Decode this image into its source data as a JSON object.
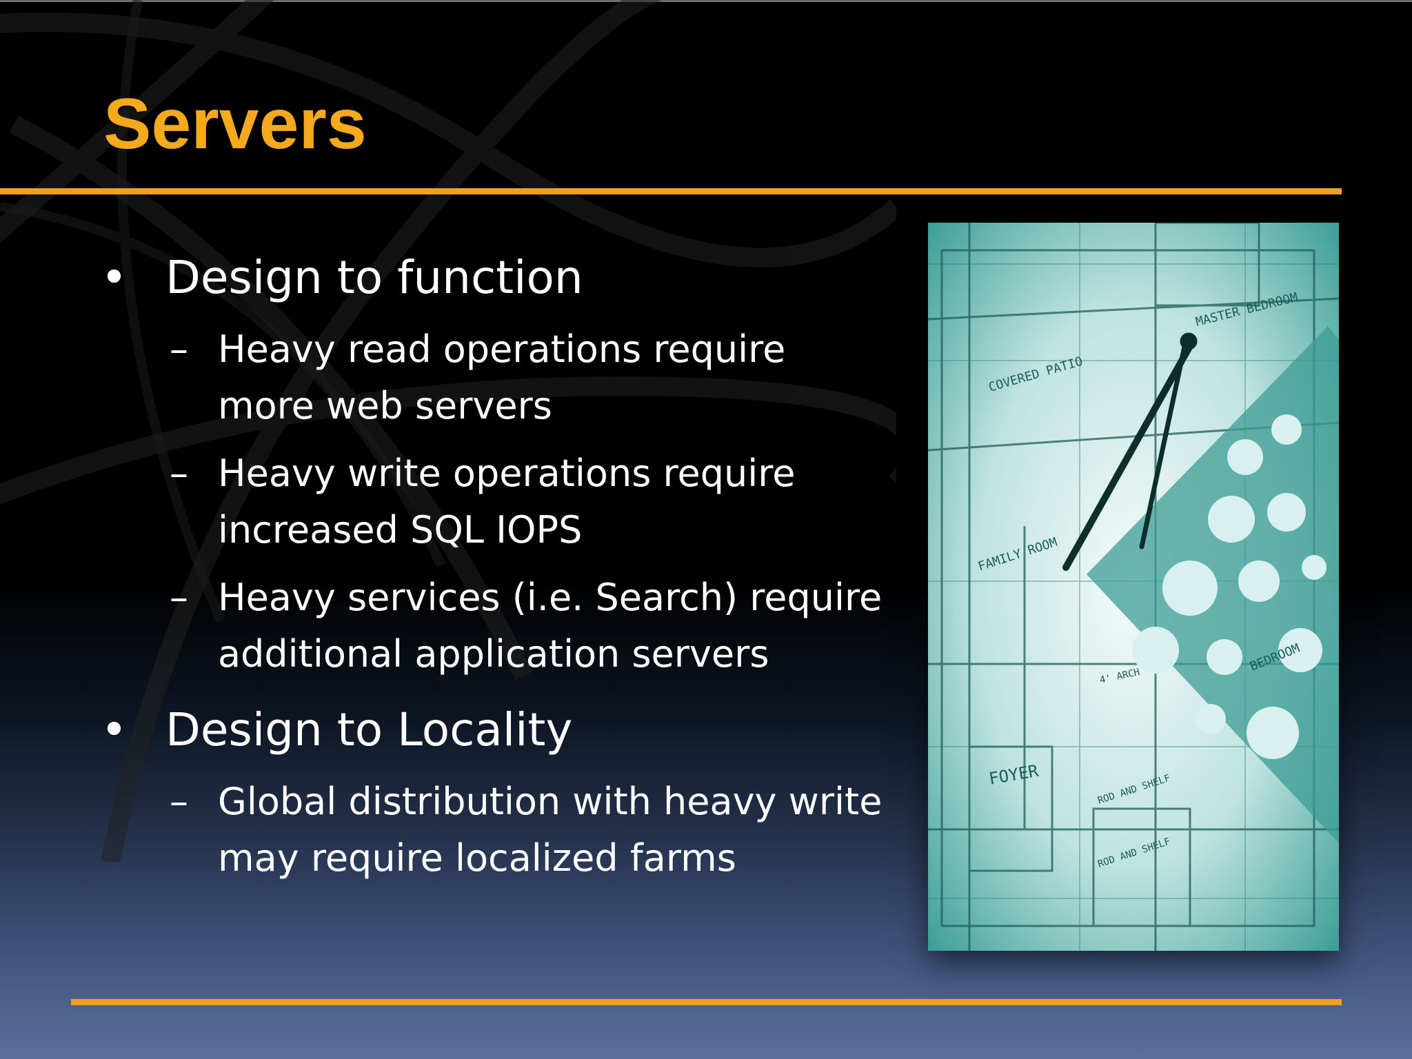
{
  "slide": {
    "title": "Servers",
    "accent_color": "#f5a91c",
    "bullets": [
      {
        "text": "Design to function",
        "sub": [
          "Heavy read operations require more web servers",
          "Heavy write operations require increased SQL IOPS",
          "Heavy services (i.e. Search) require additional application servers"
        ]
      },
      {
        "text": "Design to Locality",
        "sub": [
          "Global distribution with heavy write may require localized farms"
        ]
      }
    ],
    "bullet_symbol": "•",
    "dash_symbol": "–"
  },
  "photo": {
    "subject": "architectural-blueprint-with-compass-and-template",
    "tint_color": "#3fa9a0",
    "labels": [
      "MASTER BEDROOM",
      "COVERED PATIO",
      "FAMILY ROOM",
      "FOYER",
      "ROD AND SHELF",
      "ROD AND SHELF",
      "BEDROOM",
      "4' ARCH"
    ]
  }
}
